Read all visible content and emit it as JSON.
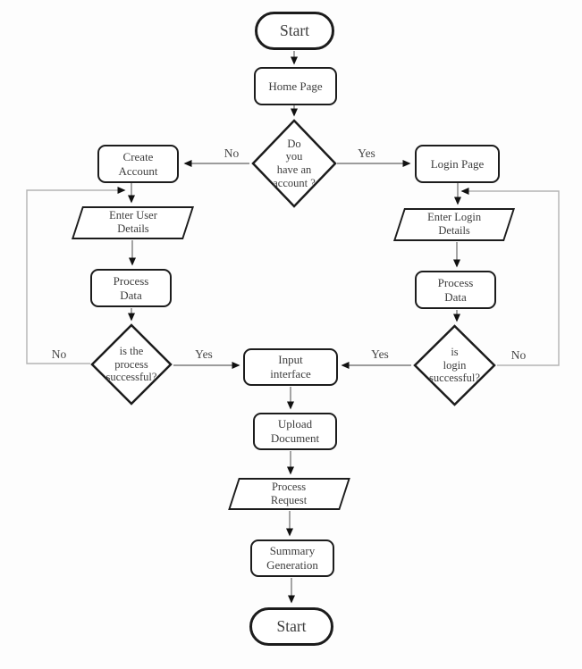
{
  "flowchart": {
    "nodes": {
      "start_top": "Start",
      "home_page": "Home Page",
      "decision_account": "Do\nyou\nhave an\naccount ?",
      "create_account": "Create\nAccount",
      "login_page": "Login Page",
      "enter_user_details": "Enter User\nDetails",
      "enter_login_details": "Enter Login\nDetails",
      "process_data_left": "Process\nData",
      "process_data_right": "Process\nData",
      "decision_process": "is the\nprocess\nsuccessful?",
      "decision_login": "is\nlogin\nsuccessful?",
      "input_interface": "Input\ninterface",
      "upload_document": "Upload\nDocument",
      "process_request": "Process\nRequest",
      "summary_generation": "Summary\nGeneration",
      "start_bottom": "Start"
    },
    "edge_labels": {
      "account_no": "No",
      "account_yes": "Yes",
      "process_no": "No",
      "process_yes": "Yes",
      "login_yes": "Yes",
      "login_no": "No"
    },
    "colors": {
      "node_border": "#1c1c1c",
      "node_fill": "#ffffff",
      "connector": "#7d7d7d",
      "loop_connector": "#b3b3b3",
      "arrowhead": "#111111",
      "text": "#3d3d3d",
      "background": "#fdfdfd"
    }
  }
}
